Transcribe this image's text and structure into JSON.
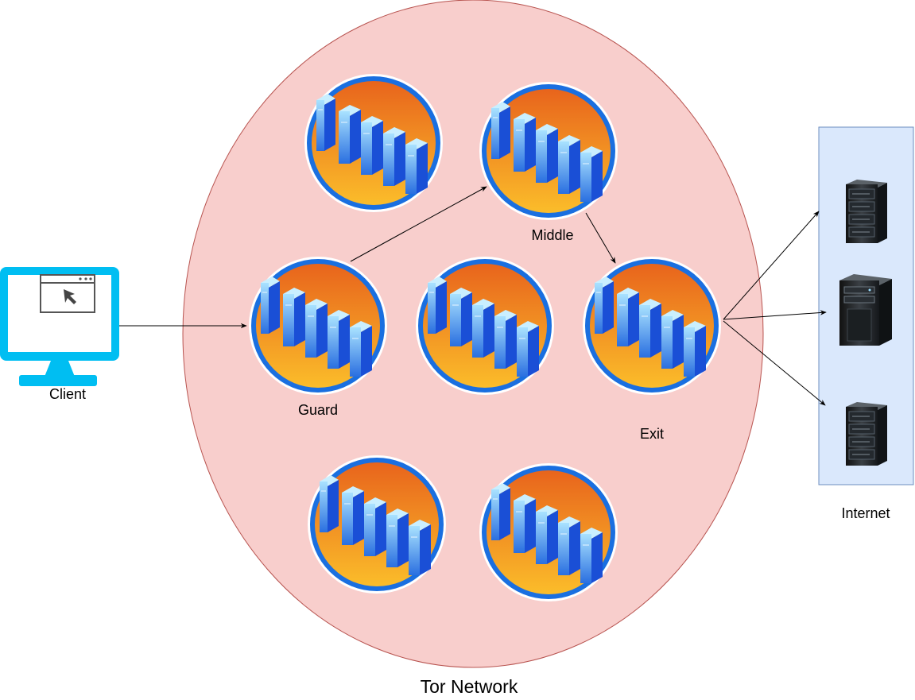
{
  "diagram": {
    "network_label": "Tor Network",
    "client_label": "Client",
    "guard_label": "Guard",
    "middle_label": "Middle",
    "exit_label": "Exit",
    "internet_label": "Internet"
  },
  "colors": {
    "network_fill": "#f8cecc",
    "network_stroke": "#b85450",
    "internet_fill": "#dae8fc",
    "internet_stroke": "#6c8ebf",
    "monitor": "#00bef2",
    "relay_ring": "#1a6fe0",
    "relay_orange_top": "#e8641c",
    "relay_orange_bottom": "#fbbd2a",
    "arrow": "#000000"
  },
  "icons": {
    "client": "monitor-icon",
    "relay": "server-rack-icon",
    "internet_server": "server-tower-icon"
  }
}
